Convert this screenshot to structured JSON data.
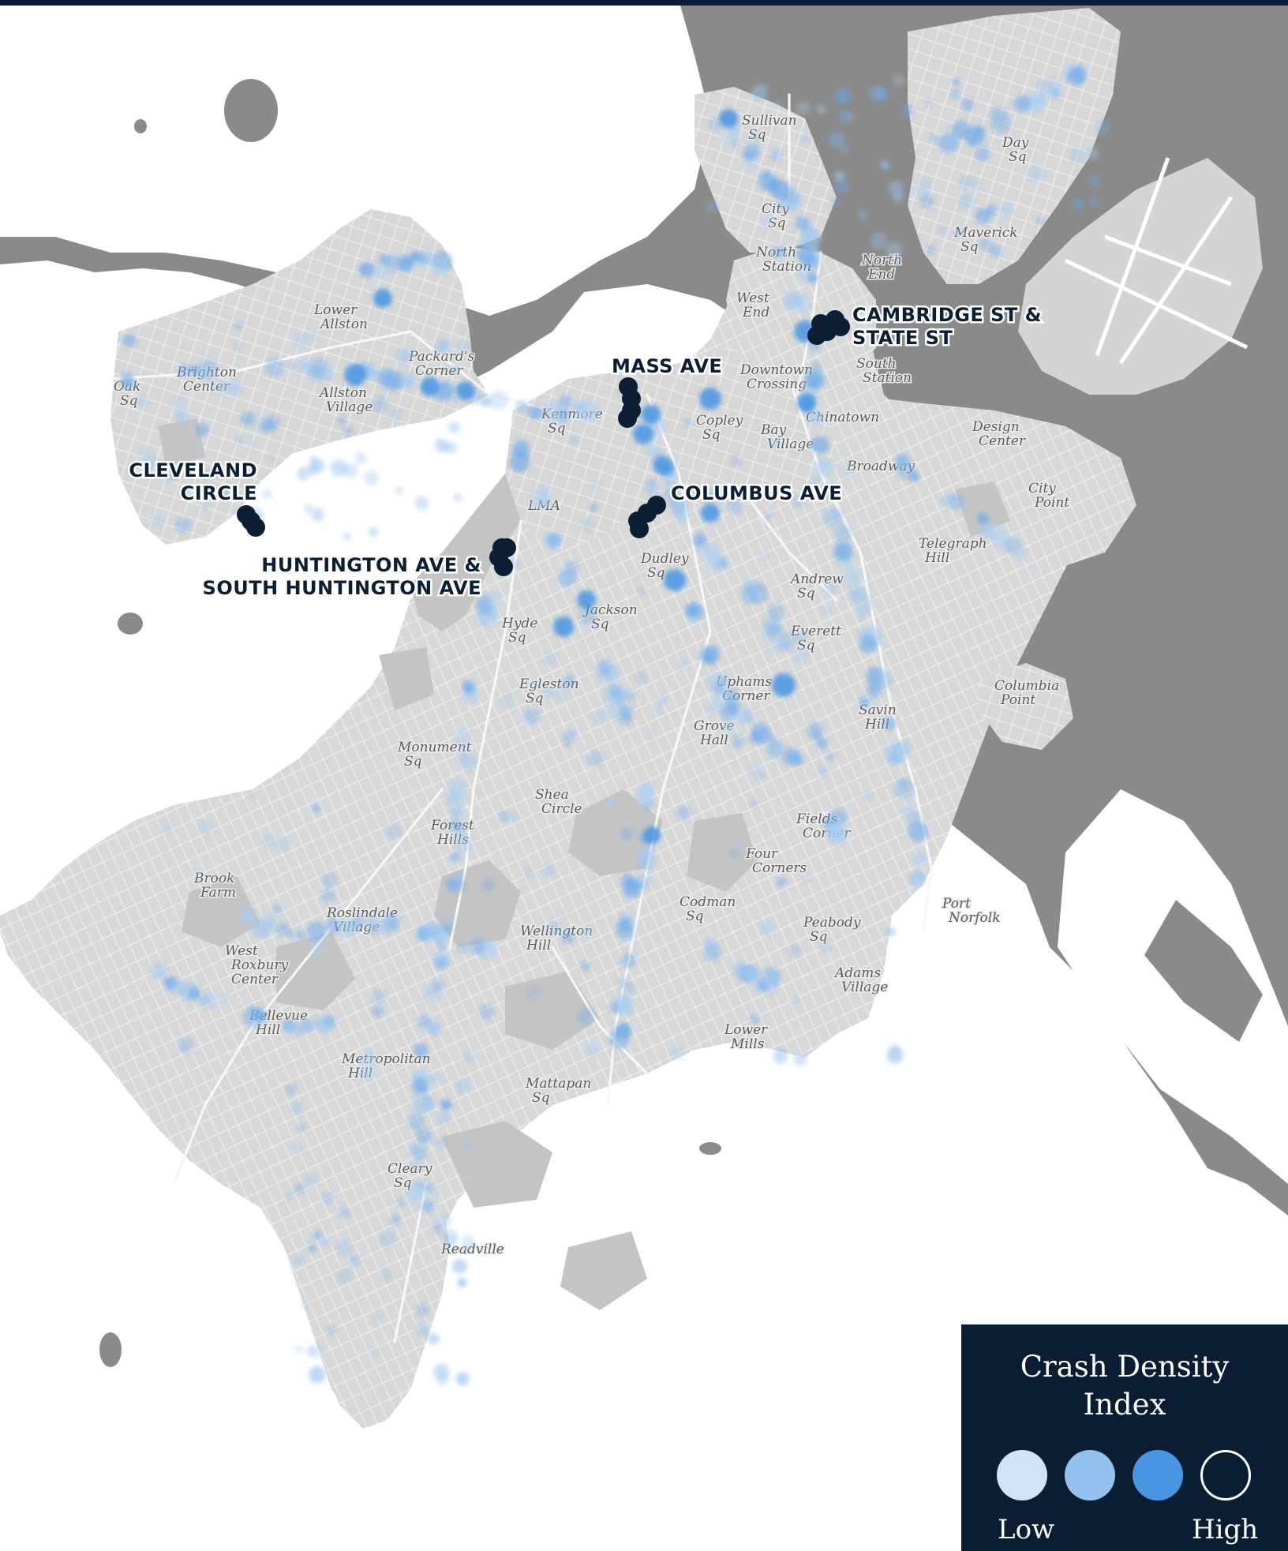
{
  "map": {
    "colors": {
      "water": "#8a8a8a",
      "land": "#d7d7d7",
      "park": "#c6c6c6",
      "outside": "#ffffff",
      "road": "#f4f4f4",
      "hotspot": "#0c1e33"
    },
    "neighborhoods": [
      [
        "Sullivan",
        "Sq"
      ],
      [
        "Day",
        "Sq"
      ],
      [
        "City",
        "Sq"
      ],
      [
        "Maverick",
        "Sq"
      ],
      [
        "North",
        "Station"
      ],
      [
        "North",
        "End"
      ],
      [
        "West",
        "End"
      ],
      [
        "Lower",
        "Allston"
      ],
      [
        "Packard's",
        "Corner"
      ],
      [
        "Brighton",
        "Center"
      ],
      [
        "Oak",
        "Sq"
      ],
      [
        "Allston",
        "Village"
      ],
      [
        "Downtown",
        "Crossing"
      ],
      [
        "South",
        "Station"
      ],
      [
        "Kenmore",
        "Sq"
      ],
      [
        "Copley",
        "Sq"
      ],
      [
        "Bay",
        "Village"
      ],
      [
        "Chinatown"
      ],
      [
        "Design",
        "Center"
      ],
      [
        "Broadway"
      ],
      [
        "City",
        "Point"
      ],
      [
        "LMA"
      ],
      [
        "Telegraph",
        "Hill"
      ],
      [
        "Dudley",
        "Sq"
      ],
      [
        "Andrew",
        "Sq"
      ],
      [
        "Jackson",
        "Sq"
      ],
      [
        "Hyde",
        "Sq"
      ],
      [
        "Everett",
        "Sq"
      ],
      [
        "Egleston",
        "Sq"
      ],
      [
        "Uphams",
        "Corner"
      ],
      [
        "Columbia",
        "Point"
      ],
      [
        "Savin",
        "Hill"
      ],
      [
        "Grove",
        "Hall"
      ],
      [
        "Monument",
        "Sq"
      ],
      [
        "Shea",
        "Circle"
      ],
      [
        "Forest",
        "Hills"
      ],
      [
        "Fields",
        "Corner"
      ],
      [
        "Four",
        "Corners"
      ],
      [
        "Brook",
        "Farm"
      ],
      [
        "Roslindale",
        "Village"
      ],
      [
        "Codman",
        "Sq"
      ],
      [
        "Port",
        "Norfolk"
      ],
      [
        "Peabody",
        "Sq"
      ],
      [
        "Wellington",
        "Hill"
      ],
      [
        "West",
        "Roxbury",
        "Center"
      ],
      [
        "Adams",
        "Village"
      ],
      [
        "Bellevue",
        "Hill"
      ],
      [
        "Lower",
        "Mills"
      ],
      [
        "Metropolitan",
        "Hill"
      ],
      [
        "Mattapan",
        "Sq"
      ],
      [
        "Cleary",
        "Sq"
      ],
      [
        "Readville"
      ]
    ],
    "hotspots": [
      {
        "id": "cambridge-state",
        "lines": [
          "CAMBRIDGE ST &",
          "STATE ST"
        ]
      },
      {
        "id": "mass-ave",
        "lines": [
          "MASS AVE"
        ]
      },
      {
        "id": "cleveland-circle",
        "lines": [
          "CLEVELAND",
          "CIRCLE"
        ]
      },
      {
        "id": "columbus-ave",
        "lines": [
          "COLUMBUS AVE"
        ]
      },
      {
        "id": "huntington",
        "lines": [
          "HUNTINGTON AVE &",
          "SOUTH HUNTINGTON AVE"
        ]
      }
    ]
  },
  "legend": {
    "title": [
      "Crash Density",
      "Index"
    ],
    "low_label": "Low",
    "high_label": "High",
    "levels": [
      {
        "level": "low",
        "color": "#cfe4f8"
      },
      {
        "level": "medium",
        "color": "#93c2f0"
      },
      {
        "level": "high",
        "color": "#4a95e2"
      },
      {
        "level": "highest",
        "color": "#0b1d33"
      }
    ]
  }
}
